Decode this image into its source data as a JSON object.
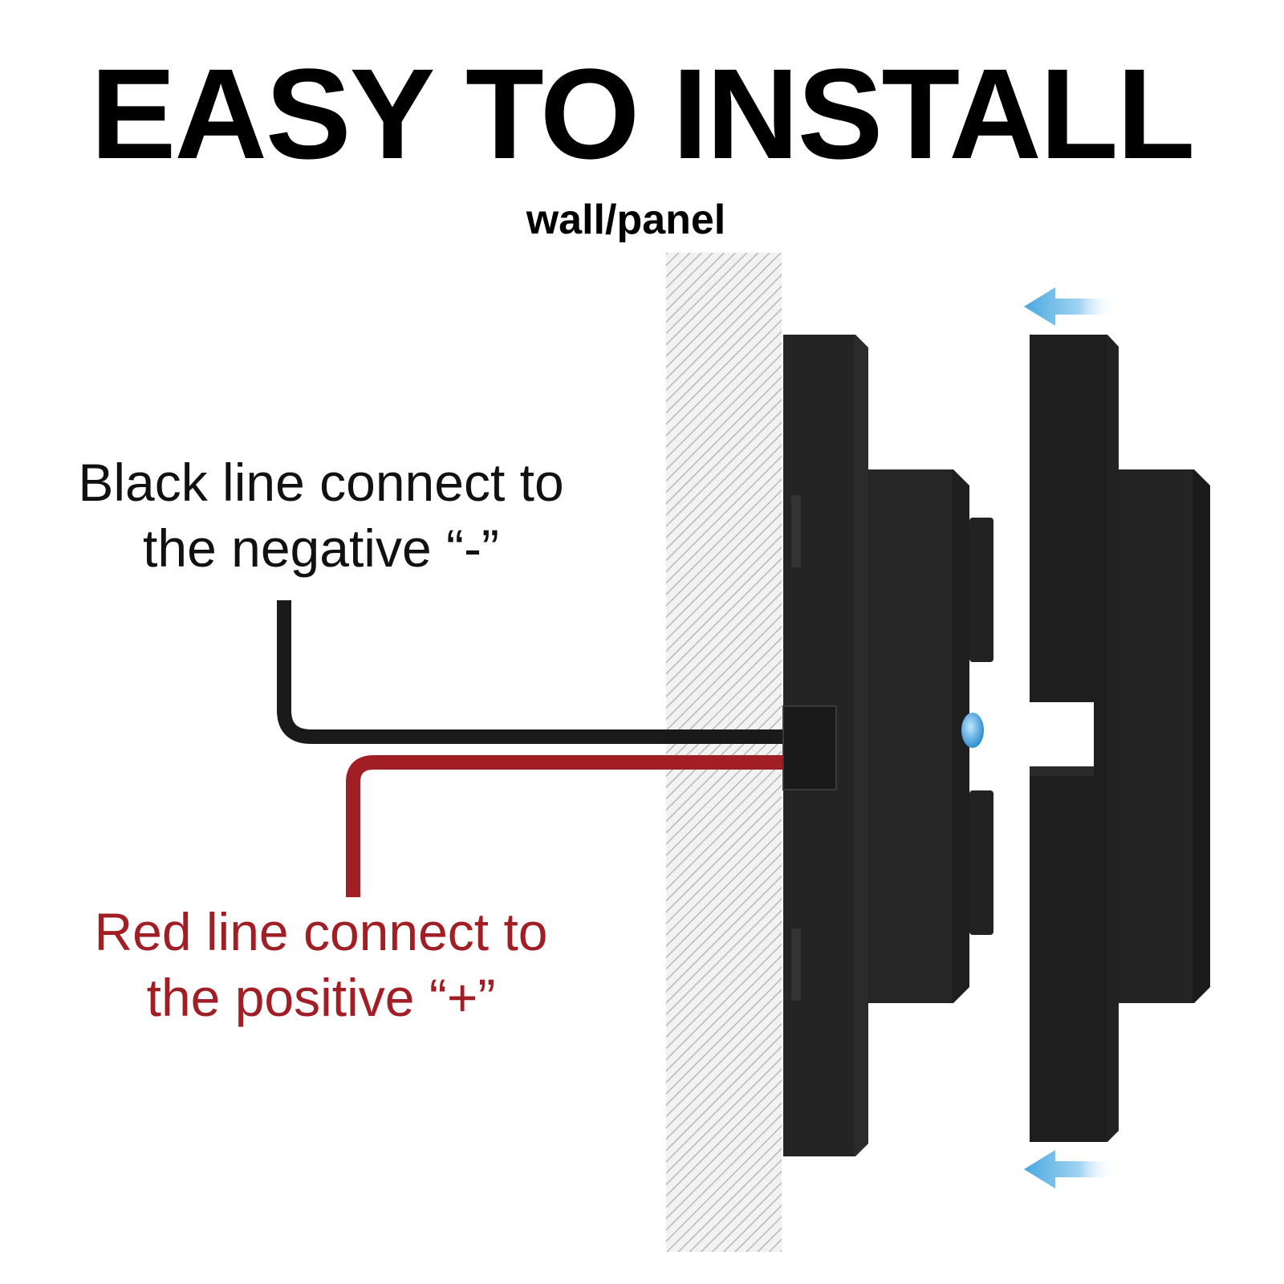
{
  "title": "EASY TO INSTALL",
  "wall_label": "wall/panel",
  "black_line": {
    "line1": "Black line connect to",
    "line2": "the negative “-”",
    "color": "#1a1a1a"
  },
  "red_line": {
    "line1": "Red line connect to",
    "line2": "the positive “+”",
    "color": "#a11e24"
  },
  "arrow_color": "#4aa8e0",
  "arrows": [
    "arrow-left-icon",
    "arrow-left-icon"
  ]
}
